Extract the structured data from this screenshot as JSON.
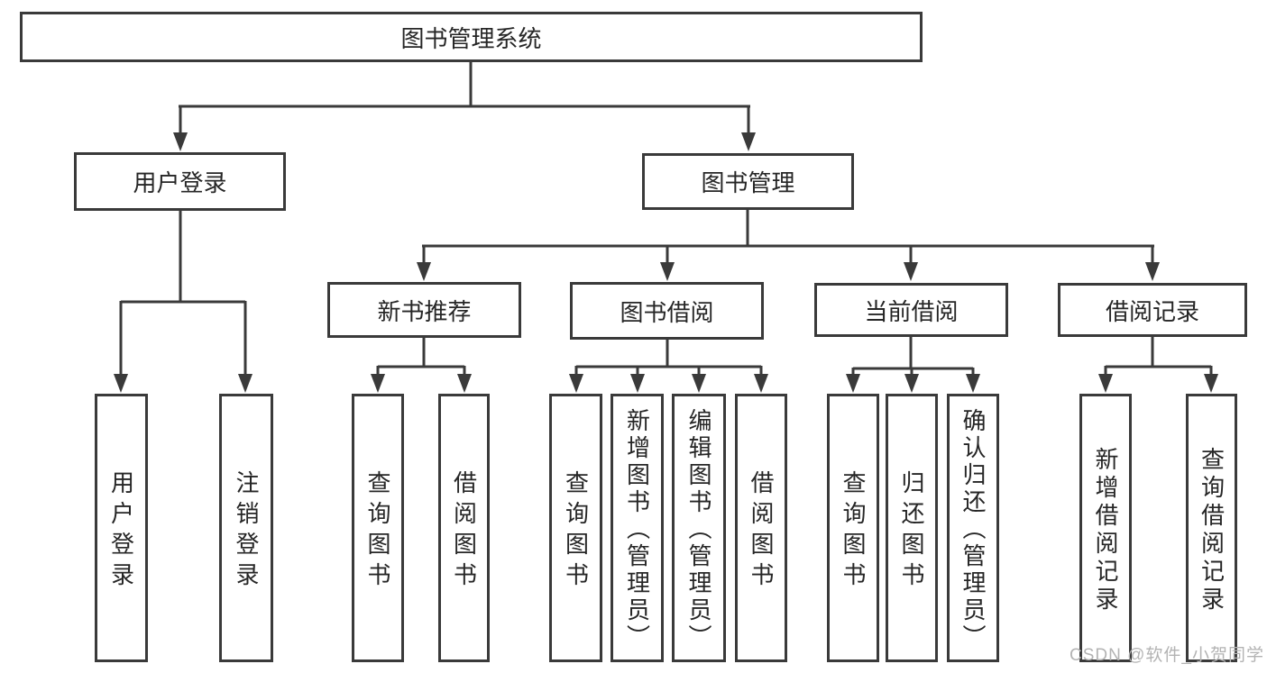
{
  "diagram": {
    "root": "图书管理系统",
    "branches": {
      "user_login": {
        "label": "用户登录",
        "children": {
          "login": "用户登录",
          "logout": "注销登录"
        }
      },
      "book_management": {
        "label": "图书管理",
        "sections": {
          "new_book_recommend": {
            "label": "新书推荐",
            "children": {
              "query_books": "查询图书",
              "borrow_books": "借阅图书"
            }
          },
          "book_borrowing": {
            "label": "图书借阅",
            "children": {
              "query_books": "查询图书",
              "add_books": "新增图书（管理员）",
              "edit_books": "编辑图书（管理员）",
              "borrow_books": "借阅图书"
            }
          },
          "current_borrowing": {
            "label": "当前借阅",
            "children": {
              "query_books": "查询图书",
              "return_books": "归还图书",
              "confirm_return": "确认归还（管理员）"
            }
          },
          "borrow_records": {
            "label": "借阅记录",
            "children": {
              "add_record": "新增借阅记录",
              "query_record": "查询借阅记录"
            }
          }
        }
      }
    }
  },
  "watermark": "CSDN @软件_小贺同学",
  "colors": {
    "line": "#3a3a3a",
    "text": "#262626",
    "watermark": "#b3b3b3",
    "background": "#ffffff"
  }
}
